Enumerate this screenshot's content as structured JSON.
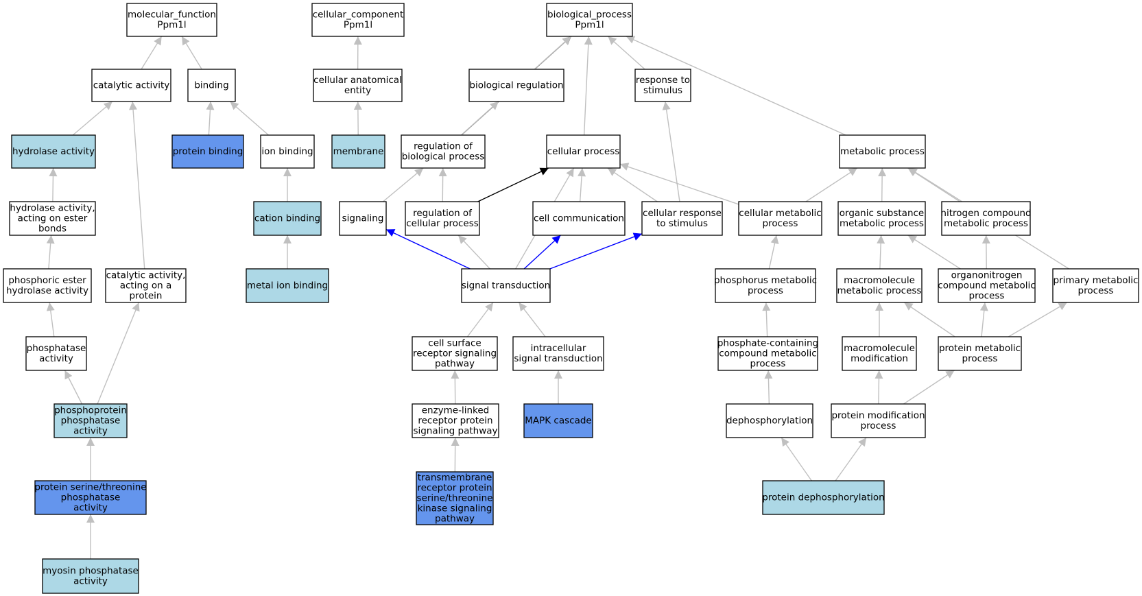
{
  "colors": {
    "plain": "#ffffff",
    "light": "#add8e6",
    "strong": "#6495ed",
    "edge_gray": "#c0c0c0",
    "edge_black": "#000000",
    "edge_blue": "#0000ff"
  },
  "nodes": [
    {
      "id": "mf",
      "lines": [
        "molecular_function",
        "Ppm1l"
      ],
      "fill": "plain"
    },
    {
      "id": "cc",
      "lines": [
        "cellular_component",
        "Ppm1l"
      ],
      "fill": "plain"
    },
    {
      "id": "bp",
      "lines": [
        "biological_process",
        "Ppm1l"
      ],
      "fill": "plain"
    },
    {
      "id": "catalytic",
      "lines": [
        "catalytic activity"
      ],
      "fill": "plain"
    },
    {
      "id": "binding",
      "lines": [
        "binding"
      ],
      "fill": "plain"
    },
    {
      "id": "cae",
      "lines": [
        "cellular anatomical",
        "entity"
      ],
      "fill": "plain"
    },
    {
      "id": "bioreg",
      "lines": [
        "biological regulation"
      ],
      "fill": "plain"
    },
    {
      "id": "resp",
      "lines": [
        "response to",
        "stimulus"
      ],
      "fill": "plain"
    },
    {
      "id": "hydrolase",
      "lines": [
        "hydrolase activity"
      ],
      "fill": "light"
    },
    {
      "id": "protbind",
      "lines": [
        "protein binding"
      ],
      "fill": "strong"
    },
    {
      "id": "ionbind",
      "lines": [
        "ion binding"
      ],
      "fill": "plain"
    },
    {
      "id": "membrane",
      "lines": [
        "membrane"
      ],
      "fill": "light"
    },
    {
      "id": "regbio",
      "lines": [
        "regulation of",
        "biological process"
      ],
      "fill": "plain"
    },
    {
      "id": "cellproc",
      "lines": [
        "cellular process"
      ],
      "fill": "plain"
    },
    {
      "id": "metab",
      "lines": [
        "metabolic process"
      ],
      "fill": "plain"
    },
    {
      "id": "hydester",
      "lines": [
        "hydrolase activity,",
        "acting on ester",
        "bonds"
      ],
      "fill": "plain"
    },
    {
      "id": "cation",
      "lines": [
        "cation binding"
      ],
      "fill": "light"
    },
    {
      "id": "signaling",
      "lines": [
        "signaling"
      ],
      "fill": "plain"
    },
    {
      "id": "regcell",
      "lines": [
        "regulation of",
        "cellular process"
      ],
      "fill": "plain"
    },
    {
      "id": "cellcomm",
      "lines": [
        "cell communication"
      ],
      "fill": "plain"
    },
    {
      "id": "cellresp",
      "lines": [
        "cellular response",
        "to stimulus"
      ],
      "fill": "plain"
    },
    {
      "id": "cellmetab",
      "lines": [
        "cellular metabolic",
        "process"
      ],
      "fill": "plain"
    },
    {
      "id": "orgsub",
      "lines": [
        "organic substance",
        "metabolic process"
      ],
      "fill": "plain"
    },
    {
      "id": "nitro",
      "lines": [
        "nitrogen compound",
        "metabolic process"
      ],
      "fill": "plain"
    },
    {
      "id": "phosester",
      "lines": [
        "phosphoric ester",
        "hydrolase activity"
      ],
      "fill": "plain"
    },
    {
      "id": "catprot",
      "lines": [
        "catalytic activity,",
        "acting on a",
        "protein"
      ],
      "fill": "plain"
    },
    {
      "id": "metalion",
      "lines": [
        "metal ion binding"
      ],
      "fill": "light"
    },
    {
      "id": "sigtrans",
      "lines": [
        "signal transduction"
      ],
      "fill": "plain"
    },
    {
      "id": "phosmetab",
      "lines": [
        "phosphorus metabolic",
        "process"
      ],
      "fill": "plain"
    },
    {
      "id": "macromet",
      "lines": [
        "macromolecule",
        "metabolic process"
      ],
      "fill": "plain"
    },
    {
      "id": "organonit",
      "lines": [
        "organonitrogen",
        "compound metabolic",
        "process"
      ],
      "fill": "plain"
    },
    {
      "id": "primary",
      "lines": [
        "primary metabolic",
        "process"
      ],
      "fill": "plain"
    },
    {
      "id": "phosphatase",
      "lines": [
        "phosphatase",
        "activity"
      ],
      "fill": "plain"
    },
    {
      "id": "cellsurf",
      "lines": [
        "cell surface",
        "receptor signaling",
        "pathway"
      ],
      "fill": "plain"
    },
    {
      "id": "intracell",
      "lines": [
        "intracellular",
        "signal transduction"
      ],
      "fill": "plain"
    },
    {
      "id": "phoscont",
      "lines": [
        "phosphate-containing",
        "compound metabolic",
        "process"
      ],
      "fill": "plain"
    },
    {
      "id": "macromod",
      "lines": [
        "macromolecule",
        "modification"
      ],
      "fill": "plain"
    },
    {
      "id": "protmetab",
      "lines": [
        "protein metabolic",
        "process"
      ],
      "fill": "plain"
    },
    {
      "id": "phosprot",
      "lines": [
        "phosphoprotein",
        "phosphatase",
        "activity"
      ],
      "fill": "light"
    },
    {
      "id": "enzyme",
      "lines": [
        "enzyme-linked",
        "receptor protein",
        "signaling pathway"
      ],
      "fill": "plain"
    },
    {
      "id": "mapk",
      "lines": [
        "MAPK cascade"
      ],
      "fill": "strong"
    },
    {
      "id": "dephos",
      "lines": [
        "dephosphorylation"
      ],
      "fill": "plain"
    },
    {
      "id": "protmod",
      "lines": [
        "protein modification",
        "process"
      ],
      "fill": "plain"
    },
    {
      "id": "serthr",
      "lines": [
        "protein serine/threonine",
        "phosphatase",
        "activity"
      ],
      "fill": "strong"
    },
    {
      "id": "transmem",
      "lines": [
        "transmembrane",
        "receptor protein",
        "serine/threonine",
        "kinase signaling",
        "pathway"
      ],
      "fill": "strong"
    },
    {
      "id": "protdephos",
      "lines": [
        "protein dephosphorylation"
      ],
      "fill": "light"
    },
    {
      "id": "myosin",
      "lines": [
        "myosin phosphatase",
        "activity"
      ],
      "fill": "light"
    }
  ],
  "edges": [
    {
      "from": "catalytic",
      "to": "mf",
      "color": "edge_gray"
    },
    {
      "from": "binding",
      "to": "mf",
      "color": "edge_gray"
    },
    {
      "from": "cae",
      "to": "cc",
      "color": "edge_gray"
    },
    {
      "from": "regbio",
      "to": "bp",
      "color": "edge_black"
    },
    {
      "from": "bioreg",
      "to": "bp",
      "color": "edge_gray"
    },
    {
      "from": "cellproc",
      "to": "bp",
      "color": "edge_gray"
    },
    {
      "from": "resp",
      "to": "bp",
      "color": "edge_gray"
    },
    {
      "from": "metab",
      "to": "bp",
      "color": "edge_gray"
    },
    {
      "from": "hydrolase",
      "to": "catalytic",
      "color": "edge_gray"
    },
    {
      "from": "catprot",
      "to": "catalytic",
      "color": "edge_gray"
    },
    {
      "from": "protbind",
      "to": "binding",
      "color": "edge_gray"
    },
    {
      "from": "ionbind",
      "to": "binding",
      "color": "edge_gray"
    },
    {
      "from": "membrane",
      "to": "cae",
      "color": "edge_gray"
    },
    {
      "from": "regbio",
      "to": "bioreg",
      "color": "edge_gray"
    },
    {
      "from": "cellresp",
      "to": "resp",
      "color": "edge_gray"
    },
    {
      "from": "hydester",
      "to": "hydrolase",
      "color": "edge_gray"
    },
    {
      "from": "cation",
      "to": "ionbind",
      "color": "edge_gray"
    },
    {
      "from": "signaling",
      "to": "regbio",
      "color": "edge_gray"
    },
    {
      "from": "regcell",
      "to": "regbio",
      "color": "edge_gray"
    },
    {
      "from": "regcell",
      "to": "cellproc",
      "color": "edge_black"
    },
    {
      "from": "cellcomm",
      "to": "cellproc",
      "color": "edge_gray"
    },
    {
      "from": "cellresp",
      "to": "cellproc",
      "color": "edge_gray"
    },
    {
      "from": "cellmetab",
      "to": "cellproc",
      "color": "edge_gray"
    },
    {
      "from": "sigtrans",
      "to": "cellproc",
      "color": "edge_gray"
    },
    {
      "from": "cellmetab",
      "to": "metab",
      "color": "edge_gray"
    },
    {
      "from": "orgsub",
      "to": "metab",
      "color": "edge_gray"
    },
    {
      "from": "nitro",
      "to": "metab",
      "color": "edge_gray"
    },
    {
      "from": "primary",
      "to": "metab",
      "color": "edge_gray"
    },
    {
      "from": "phosester",
      "to": "hydester",
      "color": "edge_gray"
    },
    {
      "from": "metalion",
      "to": "cation",
      "color": "edge_gray"
    },
    {
      "from": "sigtrans",
      "to": "signaling",
      "color": "edge_blue"
    },
    {
      "from": "sigtrans",
      "to": "regcell",
      "color": "edge_gray"
    },
    {
      "from": "sigtrans",
      "to": "cellcomm",
      "color": "edge_blue"
    },
    {
      "from": "sigtrans",
      "to": "cellresp",
      "color": "edge_blue"
    },
    {
      "from": "phosmetab",
      "to": "cellmetab",
      "color": "edge_gray"
    },
    {
      "from": "macromet",
      "to": "orgsub",
      "color": "edge_gray"
    },
    {
      "from": "organonit",
      "to": "orgsub",
      "color": "edge_gray"
    },
    {
      "from": "organonit",
      "to": "nitro",
      "color": "edge_gray"
    },
    {
      "from": "phosphatase",
      "to": "phosester",
      "color": "edge_gray"
    },
    {
      "from": "phosprot",
      "to": "catprot",
      "color": "edge_gray"
    },
    {
      "from": "cellsurf",
      "to": "sigtrans",
      "color": "edge_gray"
    },
    {
      "from": "intracell",
      "to": "sigtrans",
      "color": "edge_gray"
    },
    {
      "from": "phoscont",
      "to": "phosmetab",
      "color": "edge_gray"
    },
    {
      "from": "macromod",
      "to": "macromet",
      "color": "edge_gray"
    },
    {
      "from": "protmetab",
      "to": "macromet",
      "color": "edge_gray"
    },
    {
      "from": "protmetab",
      "to": "organonit",
      "color": "edge_gray"
    },
    {
      "from": "protmetab",
      "to": "primary",
      "color": "edge_gray"
    },
    {
      "from": "phosprot",
      "to": "phosphatase",
      "color": "edge_gray"
    },
    {
      "from": "enzyme",
      "to": "cellsurf",
      "color": "edge_gray"
    },
    {
      "from": "mapk",
      "to": "intracell",
      "color": "edge_gray"
    },
    {
      "from": "dephos",
      "to": "phoscont",
      "color": "edge_gray"
    },
    {
      "from": "protmod",
      "to": "macromod",
      "color": "edge_gray"
    },
    {
      "from": "protmod",
      "to": "protmetab",
      "color": "edge_gray"
    },
    {
      "from": "serthr",
      "to": "phosprot",
      "color": "edge_gray"
    },
    {
      "from": "transmem",
      "to": "enzyme",
      "color": "edge_gray"
    },
    {
      "from": "protdephos",
      "to": "dephos",
      "color": "edge_gray"
    },
    {
      "from": "protdephos",
      "to": "protmod",
      "color": "edge_gray"
    },
    {
      "from": "myosin",
      "to": "serthr",
      "color": "edge_gray"
    }
  ]
}
